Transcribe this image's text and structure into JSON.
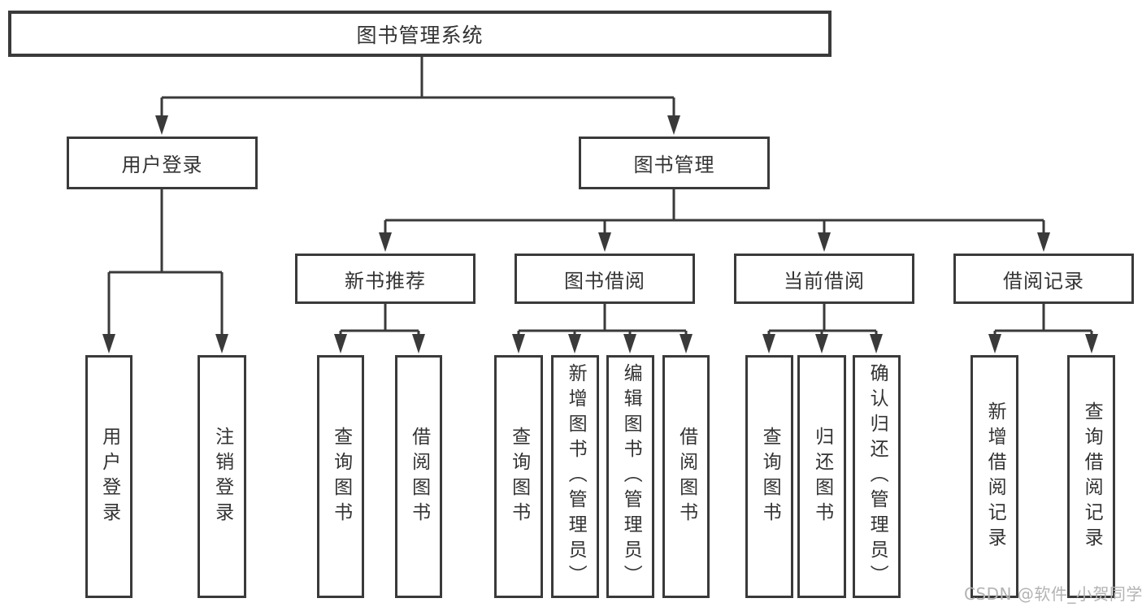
{
  "diagram": {
    "type": "tree",
    "title": "图书管理系统",
    "nodes": {
      "root": "图书管理系统",
      "user_login": "用户登录",
      "book_management": "图书管理",
      "new_book_recommend": "新书推荐",
      "book_borrowing": "图书借阅",
      "current_borrowing": "当前借阅",
      "borrowing_records": "借阅记录",
      "login": "用户登录",
      "logout": "注销登录",
      "rec_query_books": "查询图书",
      "rec_borrow_books": "借阅图书",
      "bb_query_books": "查询图书",
      "bb_add_books_admin": "新增图书（管理员）",
      "bb_edit_books_admin": "编辑图书（管理员）",
      "bb_borrow_books": "借阅图书",
      "cb_query_books": "查询图书",
      "cb_return_books": "归还图书",
      "cb_confirm_return_admin": "确认归还（管理员）",
      "br_add_record": "新增借阅记录",
      "br_query_record": "查询借阅记录"
    },
    "hierarchy": {
      "图书管理系统": [
        "用户登录",
        "图书管理"
      ],
      "用户登录": [
        "用户登录",
        "注销登录"
      ],
      "图书管理": [
        "新书推荐",
        "图书借阅",
        "当前借阅",
        "借阅记录"
      ],
      "新书推荐": [
        "查询图书",
        "借阅图书"
      ],
      "图书借阅": [
        "查询图书",
        "新增图书（管理员）",
        "编辑图书（管理员）",
        "借阅图书"
      ],
      "当前借阅": [
        "查询图书",
        "归还图书",
        "确认归还（管理员）"
      ],
      "借阅记录": [
        "新增借阅记录",
        "查询借阅记录"
      ]
    },
    "colors": {
      "line": "#3a3a3a",
      "text": "#333333",
      "background": "#ffffff",
      "watermark_text": "#b3b3b3"
    }
  },
  "watermark": {
    "text": "CSDN @软件_小贺同学"
  }
}
